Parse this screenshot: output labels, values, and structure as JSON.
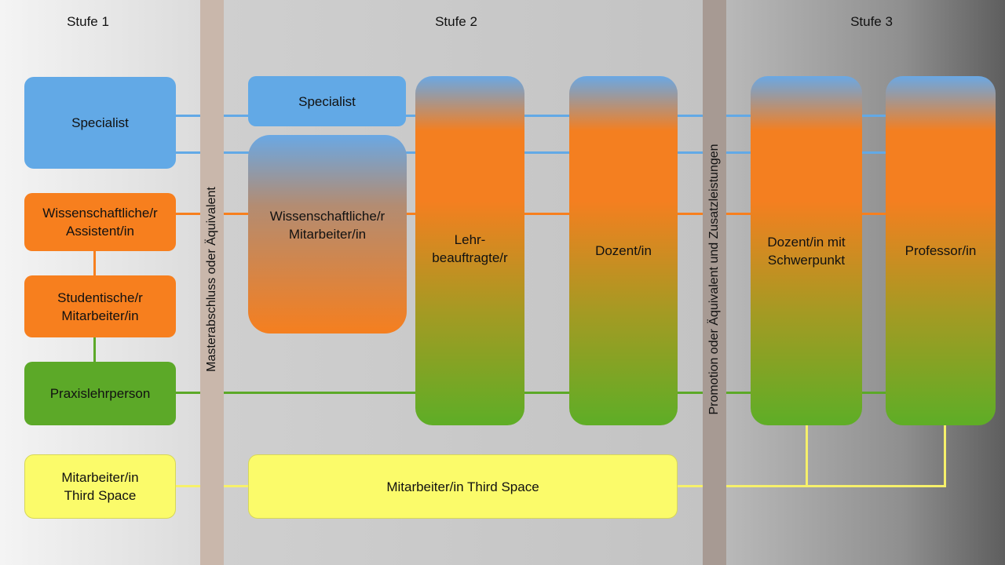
{
  "stages": [
    "Stufe 1",
    "Stufe 2",
    "Stufe 3"
  ],
  "bands": {
    "left": "Masterabschluss oder Äquivalent",
    "right": "Promotion oder Äquivalent und Zusatzleistungen"
  },
  "stage1": {
    "specialist": "Specialist",
    "assistant": "Wissenschaftliche/r Assistent/in",
    "student": "Studentische/r Mitarbeiter/in",
    "practice": "Praxislehrperson",
    "third_space": "Mitarbeiter/in Third Space"
  },
  "stage2": {
    "specialist": "Specialist",
    "research_staff": "Wissenschaftliche/r Mitarbeiter/in",
    "lecturer": "Lehr-beauftragte/r",
    "docent": "Dozent/in",
    "third_space": "Mitarbeiter/in Third Space"
  },
  "stage3": {
    "docent_focus": "Dozent/in mit Schwerpunkt",
    "professor": "Professor/in"
  },
  "colors": {
    "specialist": "#62a9e6",
    "academic": "#f77f1e",
    "practice": "#5ca928",
    "third_space": "#fbfb6a"
  }
}
